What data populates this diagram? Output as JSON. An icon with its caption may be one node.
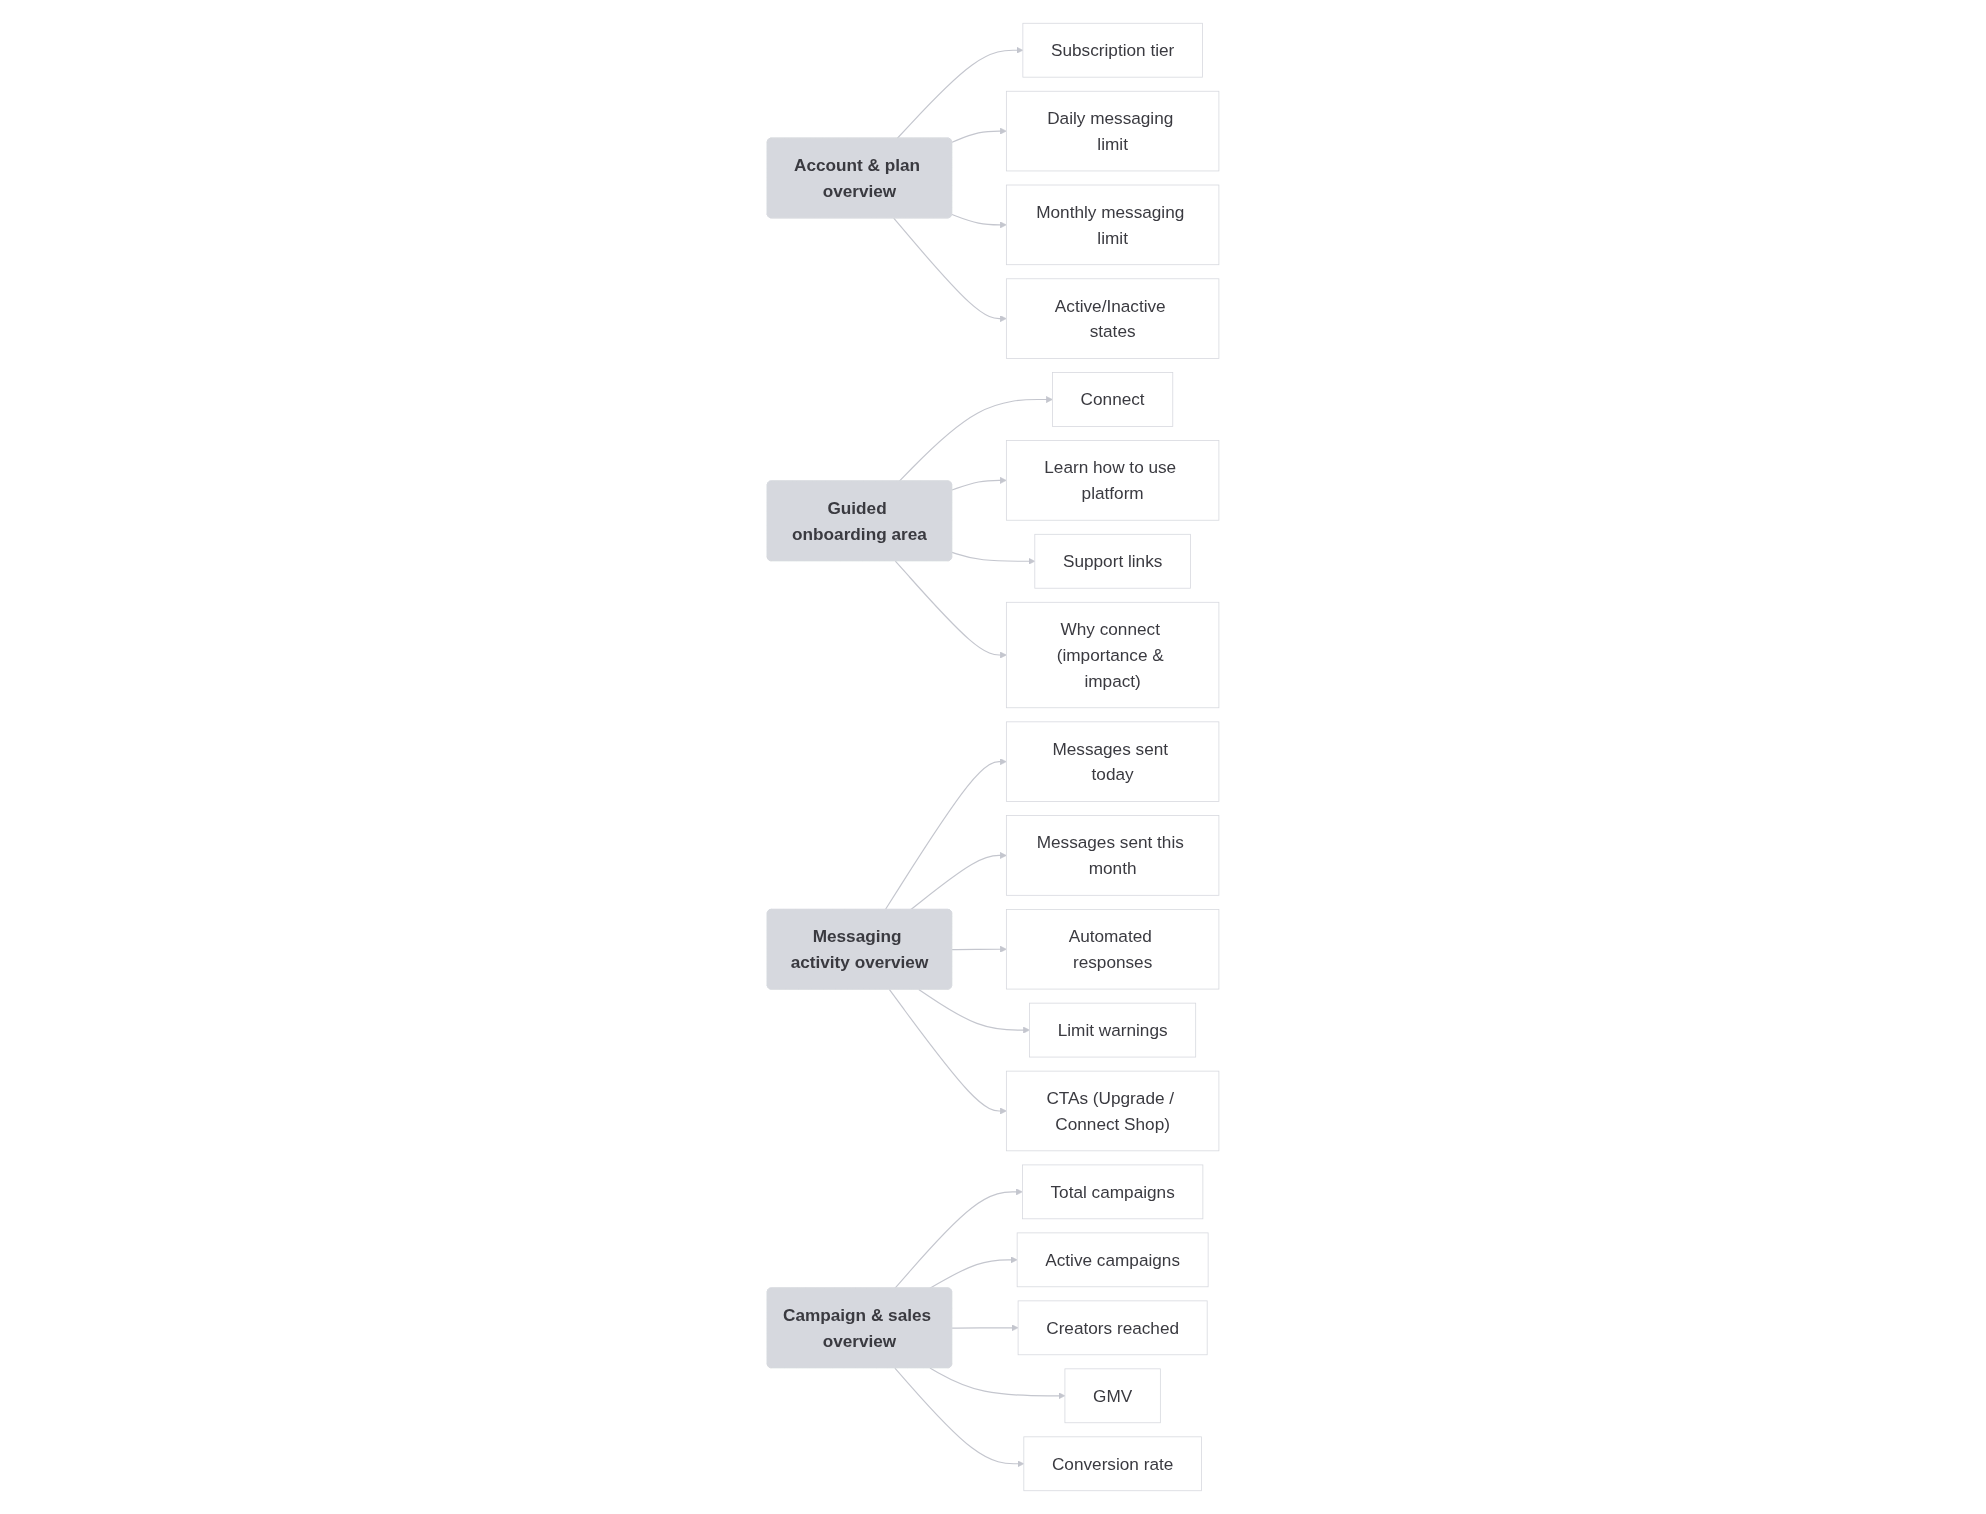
{
  "diagram": {
    "nodes": [
      {
        "text": [
          "Account & plan overview"
        ]
      },
      {
        "text": [
          "Subscription tier"
        ]
      },
      {
        "text": [
          "Daily messaging limit"
        ]
      },
      {
        "text": [
          "Monthly messaging limit"
        ]
      },
      {
        "text": [
          "Active/Inactive states"
        ]
      },
      {
        "text": [
          "Guided onboarding area"
        ]
      },
      {
        "text": [
          "Connect"
        ]
      },
      {
        "text": [
          "Learn how to use platform"
        ]
      },
      {
        "text": [
          "Support links"
        ]
      },
      {
        "text": [
          "Why connect (importance & impact)"
        ]
      },
      {
        "text": [
          "Messaging activity overview"
        ]
      },
      {
        "text": [
          "Messages sent today"
        ]
      },
      {
        "text": [
          "Messages sent this month"
        ]
      },
      {
        "text": [
          "Automated responses"
        ]
      },
      {
        "text": [
          "Limit warnings"
        ]
      },
      {
        "text": [
          "CTAs (Upgrade / Connect Shop)"
        ]
      },
      {
        "text": [
          "Campaign & sales overview"
        ]
      },
      {
        "text": [
          "Total campaigns"
        ]
      },
      {
        "text": [
          "Active campaigns"
        ]
      },
      {
        "text": [
          "Creators reached"
        ]
      },
      {
        "text": [
          "GMV"
        ]
      },
      {
        "text": [
          "Conversion rate"
        ]
      }
    ],
    "edges": [
      {
        "from": 0,
        "to": 1,
        "arrow": "to"
      },
      {
        "from": 0,
        "to": 2,
        "arrow": "to"
      },
      {
        "from": 0,
        "to": 3,
        "arrow": "to"
      },
      {
        "from": 0,
        "to": 4,
        "arrow": "to"
      },
      {
        "from": 5,
        "to": 6,
        "arrow": "to"
      },
      {
        "from": 5,
        "to": 7,
        "arrow": "to"
      },
      {
        "from": 5,
        "to": 8,
        "arrow": "to"
      },
      {
        "from": 5,
        "to": 9,
        "arrow": "to"
      },
      {
        "from": 10,
        "to": 11,
        "arrow": "to"
      },
      {
        "from": 10,
        "to": 12,
        "arrow": "to"
      },
      {
        "from": 10,
        "to": 13,
        "arrow": "to"
      },
      {
        "from": 10,
        "to": 14,
        "arrow": "to"
      },
      {
        "from": 10,
        "to": 15,
        "arrow": "to"
      },
      {
        "from": 16,
        "to": 17,
        "arrow": "to"
      },
      {
        "from": 16,
        "to": 18,
        "arrow": "to"
      },
      {
        "from": 16,
        "to": 19,
        "arrow": "to"
      },
      {
        "from": 16,
        "to": 20,
        "arrow": "to"
      },
      {
        "from": 16,
        "to": 21,
        "arrow": "to"
      }
    ]
  }
}
